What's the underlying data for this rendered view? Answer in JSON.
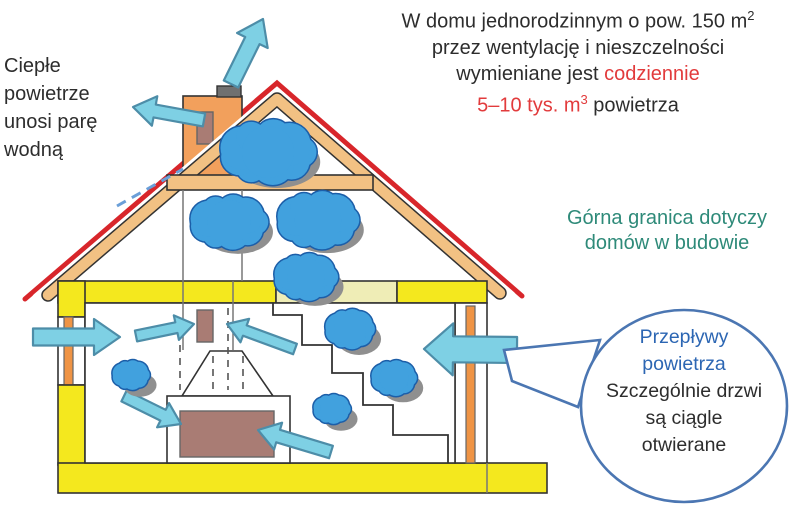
{
  "notes": {
    "top": {
      "l1": "W domu jednorodzinnym o pow. 150 m",
      "l1_sup": "2",
      "l2": "przez wentylację i nieszczelności",
      "l3_plain": "wymieniane jest ",
      "l3_red": "codziennie",
      "l4_red": "5–10 tys. m",
      "l4_sup": "3",
      "l4_plain": " powietrza"
    },
    "left": "Ciepłe\npowietrze\nunosi parę\nwodną",
    "construction": "Górna granica dotyczy\ndomów w budowie",
    "bubble_title": "Przepływy\npowietrza",
    "bubble_body": "Szczególnie drzwi\nsą ciągle\notwierane"
  },
  "colors": {
    "roof_red": "#d8262b",
    "rafter_tan": "#f2c183",
    "wall_yellow": "#f4e81e",
    "insulation_pale": "#efedb6",
    "chimney_orange": "#f2a05c",
    "frame_orange": "#ef9445",
    "firebox_brown": "#a97c74",
    "arrow_cyan": "#7ed0e4",
    "arrow_outline": "#4d8da8",
    "cloud_blue": "#41a1de",
    "cloud_outline": "#1c5ea8",
    "text_red": "#e23b3c",
    "text_green": "#2e8a79",
    "text_blue": "#2c66b3",
    "bubble_outline": "#4b76b2"
  }
}
